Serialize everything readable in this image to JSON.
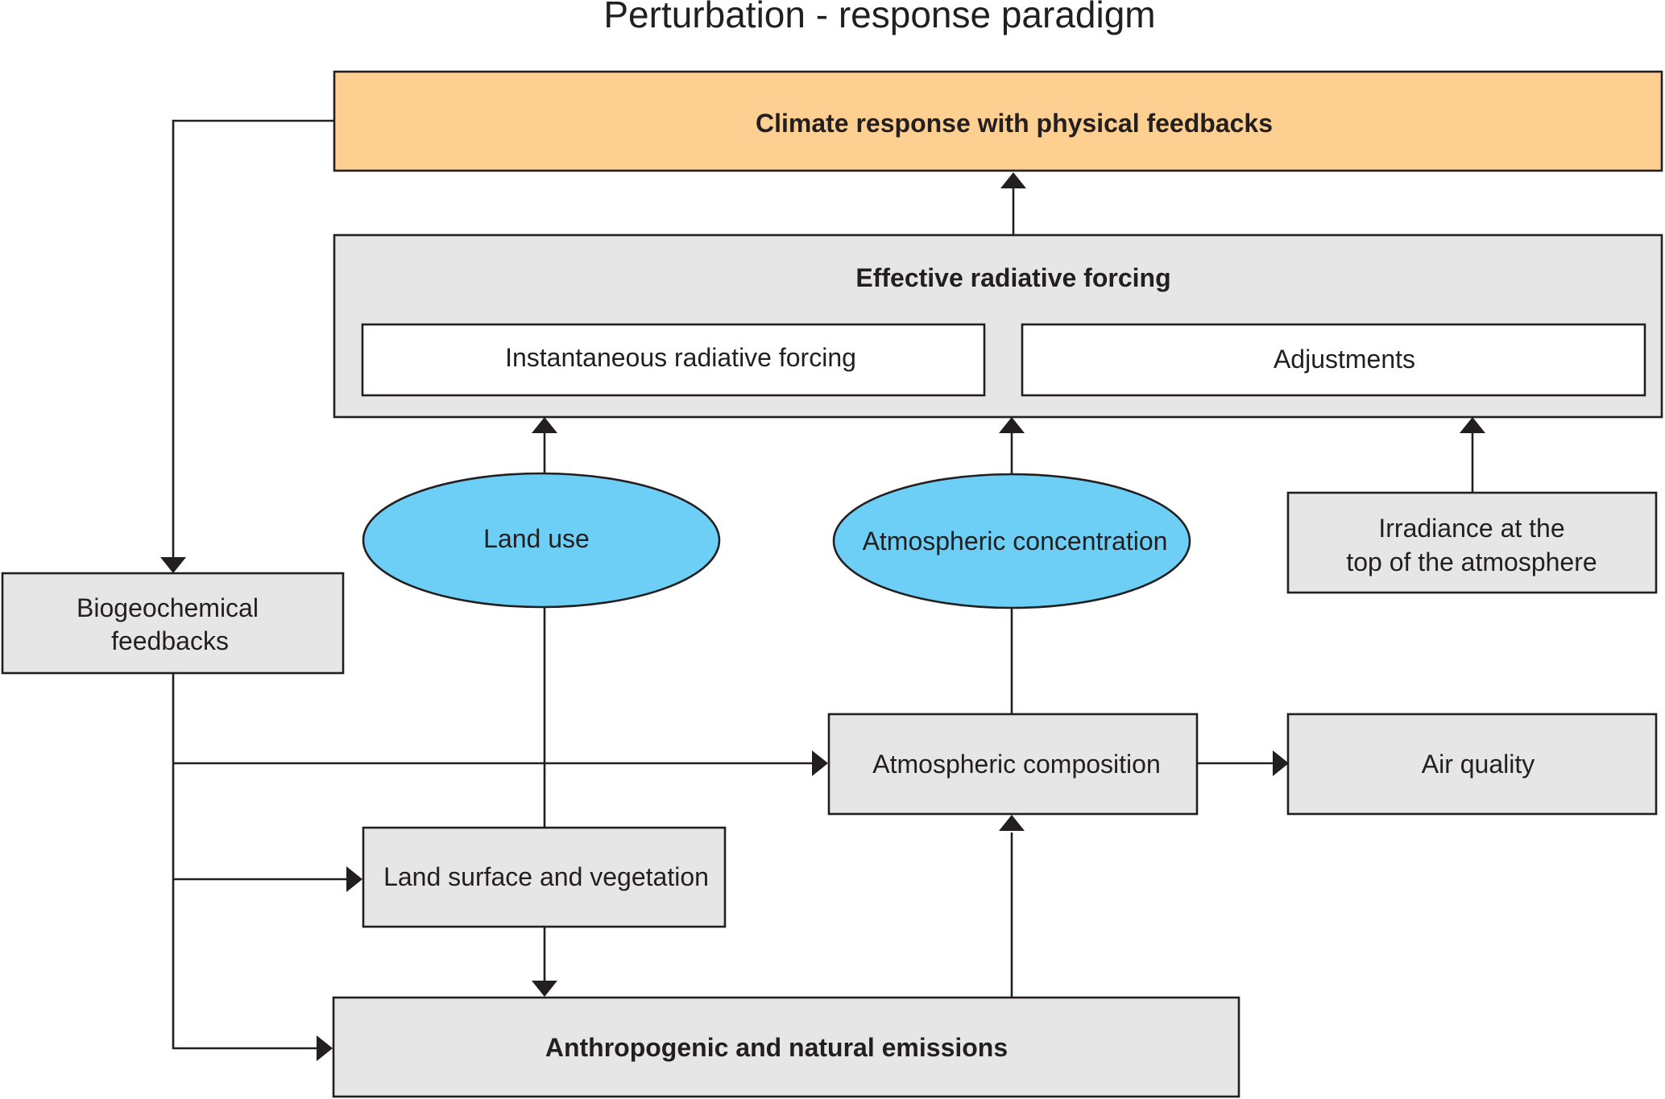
{
  "title": "Perturbation - response paradigm",
  "nodes": {
    "climate_response": "Climate response with physical feedbacks",
    "effective_radiative_forcing": "Effective radiative forcing",
    "instantaneous_radiative_forcing": "Instantaneous radiative forcing",
    "adjustments": "Adjustments",
    "land_use": "Land use",
    "atmospheric_concentration": "Atmospheric concentration",
    "irradiance_line1": "Irradiance at the",
    "irradiance_line2": "top of the atmosphere",
    "biogeochemical_line1": "Biogeochemical",
    "biogeochemical_line2": "feedbacks",
    "atmospheric_composition": "Atmospheric composition",
    "air_quality": "Air quality",
    "land_surface": "Land surface and vegetation",
    "emissions": "Anthropogenic and natural emissions"
  },
  "colors": {
    "response_fill": "#fdd092",
    "box_fill": "#e6e6e6",
    "ellipse_fill": "#6dcff6",
    "stroke": "#231f20"
  },
  "edges": [
    {
      "from": "climate_response",
      "to": "biogeochemical_feedbacks"
    },
    {
      "from": "effective_radiative_forcing",
      "to": "climate_response"
    },
    {
      "from": "land_use",
      "to": "effective_radiative_forcing"
    },
    {
      "from": "atmospheric_concentration",
      "to": "effective_radiative_forcing"
    },
    {
      "from": "irradiance",
      "to": "effective_radiative_forcing"
    },
    {
      "from": "biogeochemical_feedbacks",
      "to": "atmospheric_composition"
    },
    {
      "from": "biogeochemical_feedbacks",
      "to": "land_surface"
    },
    {
      "from": "biogeochemical_feedbacks",
      "to": "emissions"
    },
    {
      "from": "atmospheric_composition",
      "to": "air_quality"
    },
    {
      "from": "atmospheric_composition",
      "to": "atmospheric_concentration"
    },
    {
      "from": "emissions",
      "to": "atmospheric_composition"
    },
    {
      "from": "land_surface",
      "to": "emissions"
    },
    {
      "from": "land_surface",
      "to": "land_use"
    }
  ]
}
